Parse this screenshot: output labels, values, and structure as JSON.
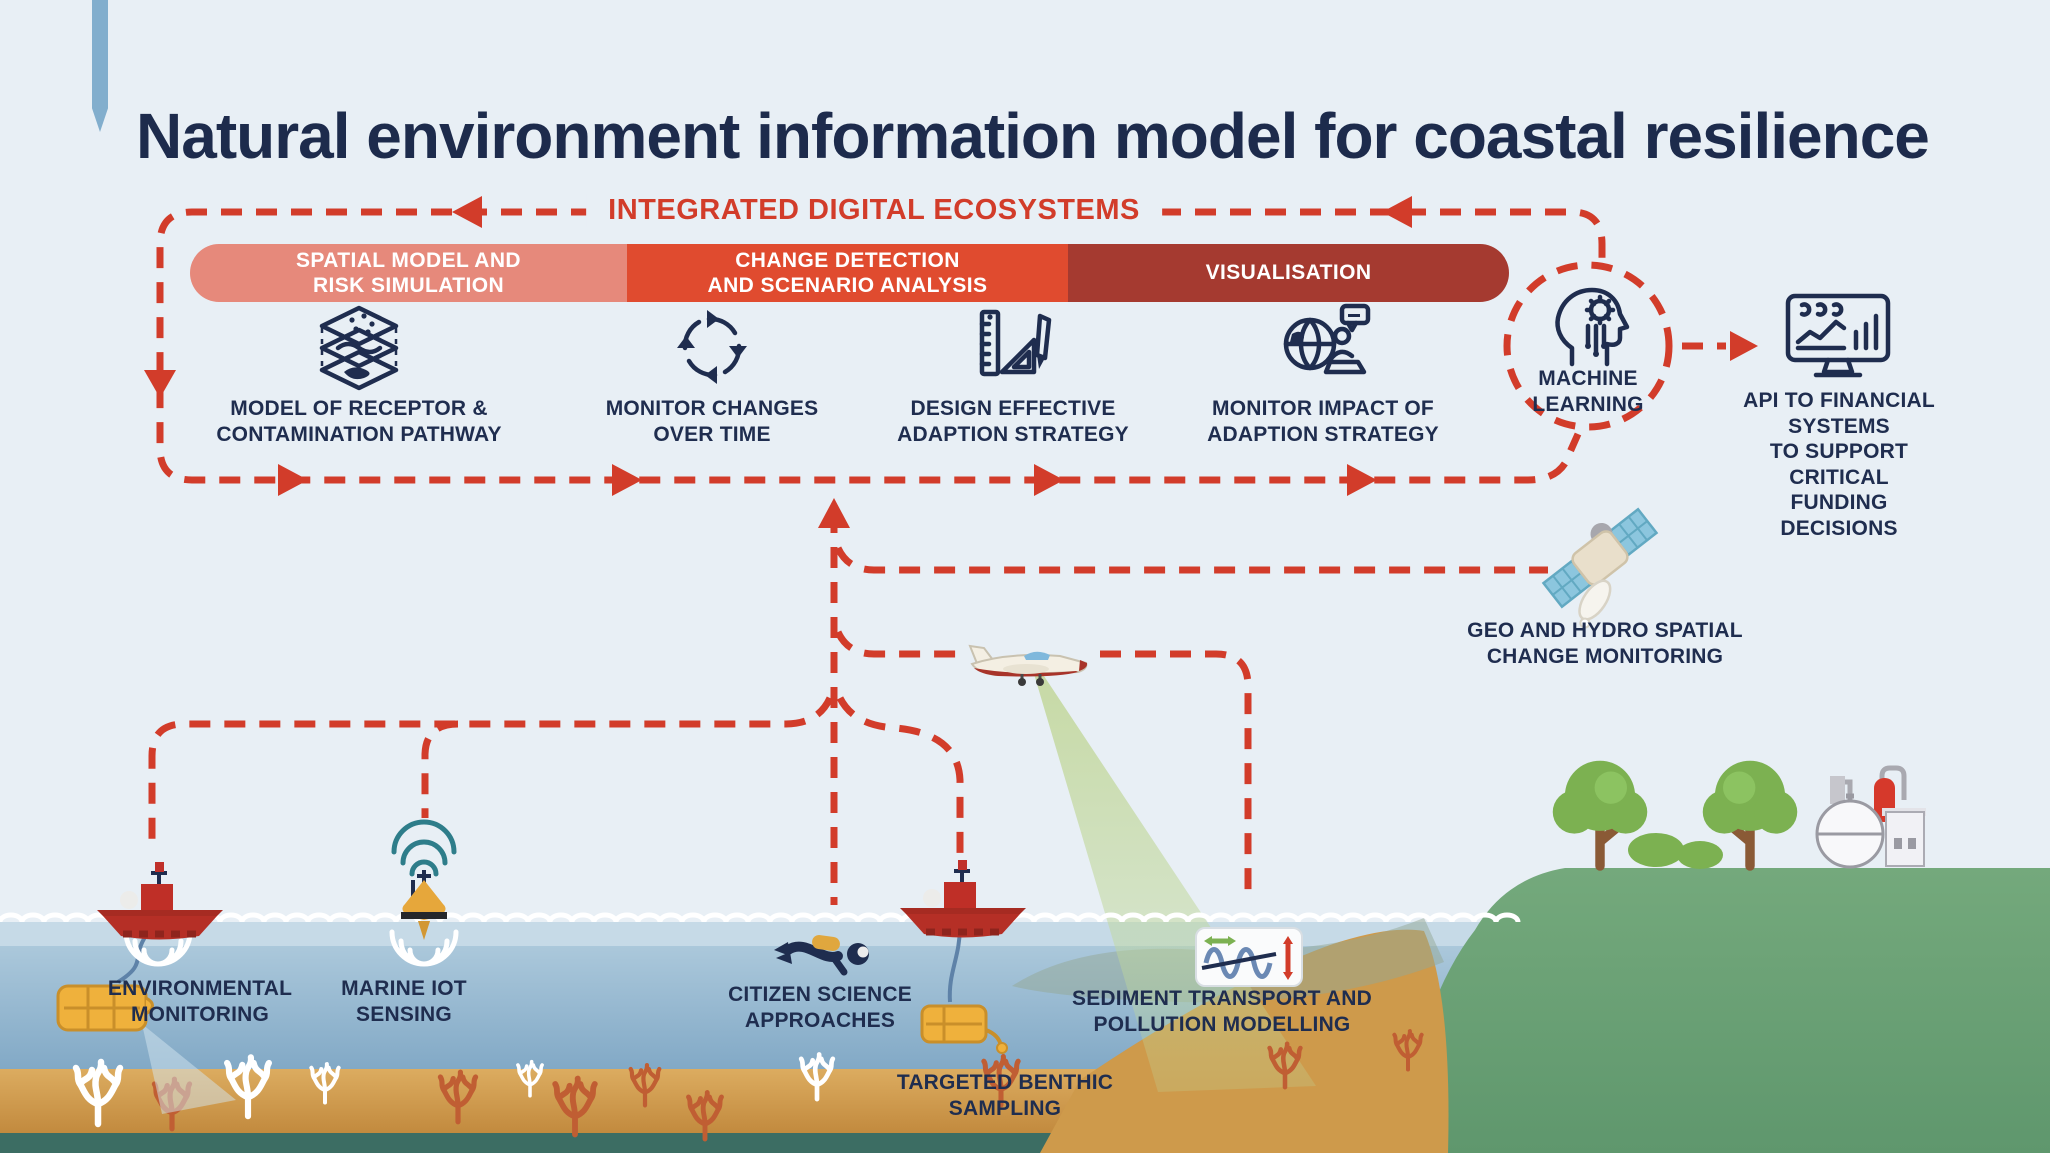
{
  "title": "Natural environment information model for coastal resilience",
  "ecosystem": {
    "header": "INTEGRATED DIGITAL ECOSYSTEMS",
    "phases": [
      {
        "label": "SPATIAL MODEL AND\nRISK SIMULATION",
        "color": "#E6897B"
      },
      {
        "label": "CHANGE DETECTION\nAND SCENARIO ANALYSIS",
        "color": "#E04B2F"
      },
      {
        "label": "VISUALISATION",
        "color": "#A53A30"
      }
    ],
    "steps": [
      {
        "icon": "map-layers-icon",
        "label": "MODEL OF RECEPTOR &\nCONTAMINATION PATHWAY"
      },
      {
        "icon": "cycle-arrows-icon",
        "label": "MONITOR CHANGES\nOVER TIME"
      },
      {
        "icon": "design-tools-icon",
        "label": "DESIGN EFFECTIVE\nADAPTION STRATEGY"
      },
      {
        "icon": "globe-analyst-icon",
        "label": "MONITOR IMPACT OF\nADAPTION STRATEGY"
      }
    ],
    "machine_learning_label": "MACHINE\nLEARNING",
    "api_label": "API TO FINANCIAL SYSTEMS\nTO SUPPORT CRITICAL\nFUNDING DECISIONS"
  },
  "monitoring": {
    "satellite_label": "GEO AND HYDRO SPATIAL\nCHANGE MONITORING",
    "environmental_label": "ENVIRONMENTAL\nMONITORING",
    "marine_iot_label": "MARINE IOT\nSENSING",
    "citizen_label": "CITIZEN SCIENCE\nAPPROACHES",
    "benthic_label": "TARGETED BENTHIC\nSAMPLING",
    "sediment_label": "SEDIMENT TRANSPORT AND\nPOLLUTION MODELLING"
  },
  "icons": {
    "steps": [
      "map-layers-icon",
      "cycle-arrows-icon",
      "design-tools-icon",
      "globe-analyst-icon"
    ],
    "others": [
      "machine-learning-icon",
      "financial-monitor-icon",
      "satellite-icon",
      "survey-plane-icon",
      "survey-vessel-icon",
      "iot-buoy-icon",
      "diver-icon",
      "benthic-sled-icon",
      "benthic-sampler-icon",
      "sediment-wave-icon",
      "tree-icon",
      "factory-icon",
      "coral-icon"
    ]
  },
  "colors": {
    "accent_red": "#D23C2A",
    "navy": "#1F2D4F",
    "background": "#E8EFF5",
    "phase_1": "#E6897B",
    "phase_2": "#E04B2F",
    "phase_3": "#A53A30",
    "sea": "#9DBDD4",
    "sand": "#D2A052",
    "land_green": "#6FA477",
    "seabed_teal": "#3C6D63",
    "wifi_teal": "#2E7D8A"
  }
}
